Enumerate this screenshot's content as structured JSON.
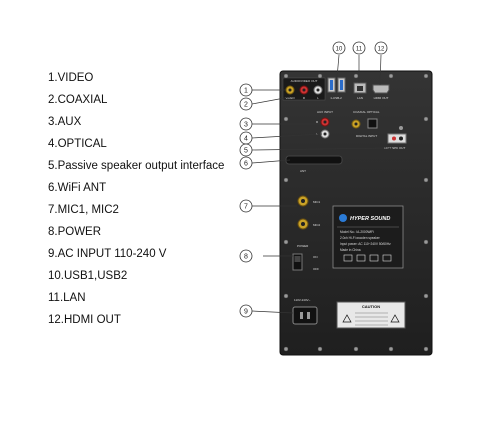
{
  "legend": [
    "1.VIDEO",
    "2.COAXIAL",
    "3.AUX",
    "4.OPTICAL",
    "5.Passive speaker output interface",
    "6.WiFi ANT",
    "7.MIC1, MIC2",
    "8.POWER",
    "9.AC INPUT 110-240 V",
    "10.USB1,USB2",
    "11.LAN",
    "12.HDMI OUT"
  ],
  "callouts": {
    "n1": "1",
    "n2": "2",
    "n3": "3",
    "n4": "4",
    "n5": "5",
    "n6": "6",
    "n7": "7",
    "n8": "8",
    "n9": "9",
    "n10": "10",
    "n11": "11",
    "n12": "12"
  },
  "panel": {
    "video_header": "AUDIO/VIDEO OUT",
    "video_l": "VIDEO",
    "video_r": "R",
    "video_lr": "L",
    "usb_label": "1-USB-2",
    "lan_label": "LAN",
    "hdmi_label": "HDMI OUT",
    "aux_label": "AUX INPUT",
    "aux_r": "R",
    "aux_l": "L",
    "coax_opt_label": "COAXIAL OPTICAL",
    "digital_input": "DIGITAL INPUT",
    "speaker_out": "LEFT SPK OUT",
    "ant_label": "ANT",
    "mic1": "MIC1",
    "mic2": "MIC2",
    "power_label": "POWER",
    "power_on": "ON",
    "power_off": "OFF",
    "ac_label": "110V-240V~",
    "brand": "HYPER SOUND",
    "model": "Model No.: IA-2000WiFi",
    "spec1": "2.0ch Hi-Fi wooden speaker",
    "spec2": "Input power: AC 110~240V 50/60Hz",
    "made": "Made in China",
    "caution": "CAUTION"
  },
  "colors": {
    "panel": "#2a2a2a",
    "label_text": "#111111",
    "gold": "#c9a227"
  }
}
